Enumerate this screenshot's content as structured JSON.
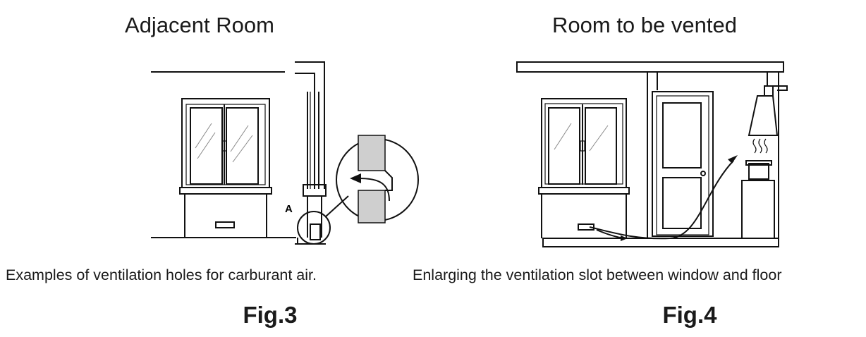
{
  "figures": [
    {
      "title": "Adjacent Room",
      "caption": "Examples of ventilation holes for carburant air.",
      "label": "Fig.3",
      "callout": "A"
    },
    {
      "title": "Room to be vented",
      "caption": "Enlarging the ventilation slot between window and floor",
      "label": "Fig.4"
    }
  ],
  "colors": {
    "line": "#111111",
    "wall": "#cfcfcf",
    "background": "#ffffff"
  }
}
